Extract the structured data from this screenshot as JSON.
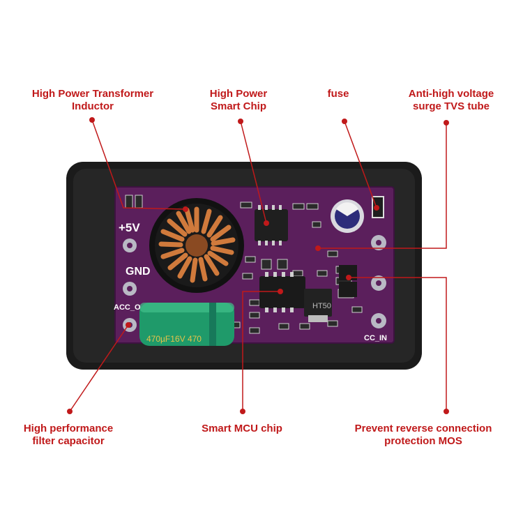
{
  "callouts": {
    "inductor": {
      "line1": "High Power Transformer",
      "line2": "Inductor"
    },
    "smart_chip": {
      "line1": "High Power",
      "line2": "Smart Chip"
    },
    "fuse": {
      "line1": "fuse"
    },
    "tvs": {
      "line1": "Anti-high voltage",
      "line2": "surge TVS tube"
    },
    "capacitor": {
      "line1": "High performance",
      "line2": "filter capacitor"
    },
    "mcu": {
      "line1": "Smart MCU chip"
    },
    "mos": {
      "line1": "Prevent reverse connection",
      "line2": "protection MOS"
    }
  },
  "board": {
    "silk_5v": "+5V",
    "silk_gnd": "GND",
    "silk_acc": "ACC_O",
    "silk_ht50": "HT50",
    "silk_cc_in": "CC_IN",
    "cap_marking": "470µF16V  470"
  },
  "colors": {
    "callout": "#c0191a",
    "pcb": "#5b1f5c",
    "case": "#1b1b1b",
    "capacitor": "#1f9a6a",
    "copper": "#d07a3c"
  }
}
